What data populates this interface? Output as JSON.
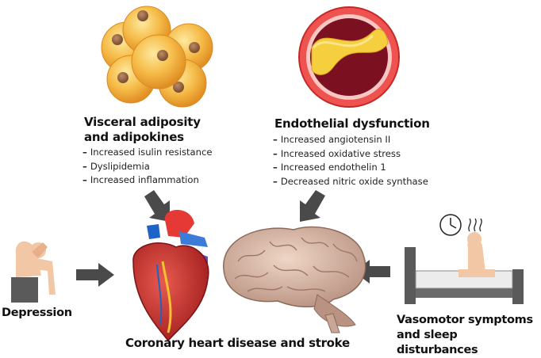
{
  "colors": {
    "arrow": "#4a4a4a",
    "fat_cell": "#f4b03a",
    "vessel_wall": "#e53935",
    "vessel_lumen": "#7b1020",
    "plaque": "#f6cf3f",
    "heart": "#c62828",
    "brain": "#d8b7a4"
  },
  "visceral": {
    "title_line1": "Visceral adiposity",
    "title_line2": "and adipokines",
    "items": [
      "Increased isulin resistance",
      "Dyslipidemia",
      "Increased inflammation"
    ]
  },
  "endothelial": {
    "title": "Endothelial dysfunction",
    "items": [
      "Increased angiotensin II",
      "Increased oxidative stress",
      "Increased endothelin 1",
      "Decreased nitric oxide synthase"
    ]
  },
  "labels": {
    "depression": "Depression",
    "vasomotor_line1": "Vasomotor symptoms",
    "vasomotor_line2": "and sleep disturbances",
    "outcome": "Coronary heart disease and stroke"
  },
  "icons": [
    "adipocyte-cluster-icon",
    "artery-cross-section-icon",
    "heart-icon",
    "brain-icon",
    "depressed-person-icon",
    "bed-person-icon",
    "clock-icon",
    "heat-waves-icon",
    "arrow-icon"
  ]
}
